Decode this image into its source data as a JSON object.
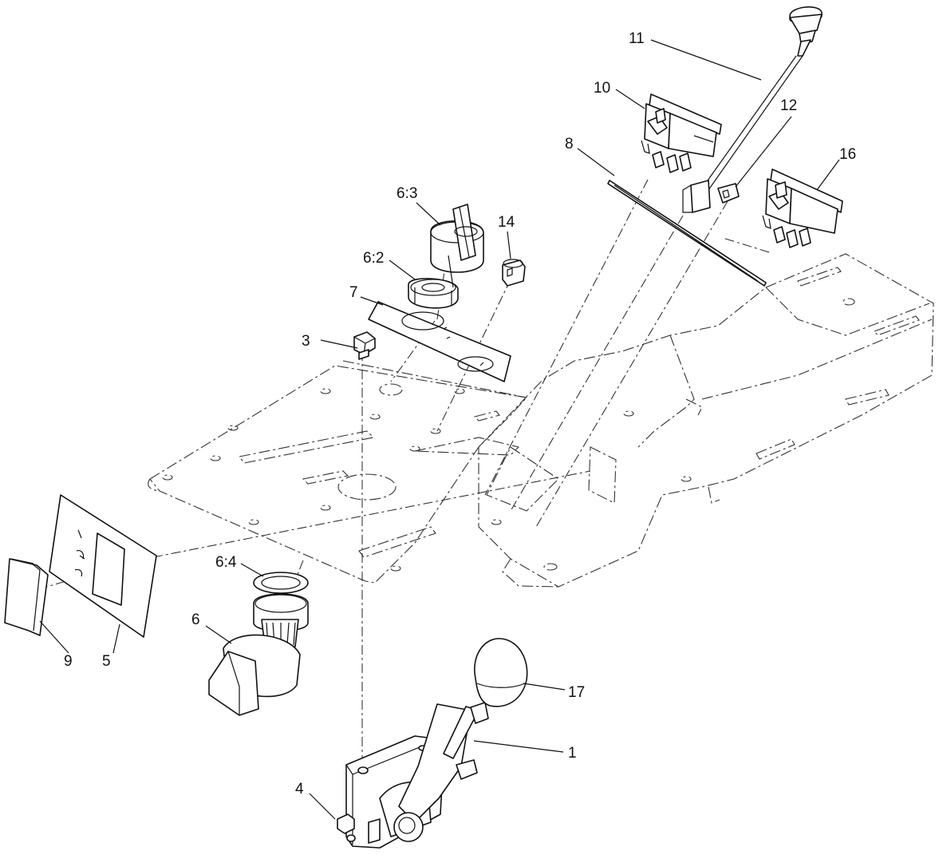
{
  "callouts": [
    {
      "id": "c1",
      "text": "1"
    },
    {
      "id": "c3",
      "text": "3"
    },
    {
      "id": "c4",
      "text": "4"
    },
    {
      "id": "c5",
      "text": "5"
    },
    {
      "id": "c6",
      "text": "6"
    },
    {
      "id": "c6_2",
      "text": "6:2"
    },
    {
      "id": "c6_3",
      "text": "6:3"
    },
    {
      "id": "c6_4",
      "text": "6:4"
    },
    {
      "id": "c7",
      "text": "7"
    },
    {
      "id": "c8",
      "text": "8"
    },
    {
      "id": "c9",
      "text": "9"
    },
    {
      "id": "c10",
      "text": "10"
    },
    {
      "id": "c11",
      "text": "11"
    },
    {
      "id": "c12",
      "text": "12"
    },
    {
      "id": "c14",
      "text": "14"
    },
    {
      "id": "c16",
      "text": "16"
    },
    {
      "id": "c17",
      "text": "17"
    }
  ],
  "colors": {
    "ink": "#111111",
    "background": "#ffffff"
  }
}
